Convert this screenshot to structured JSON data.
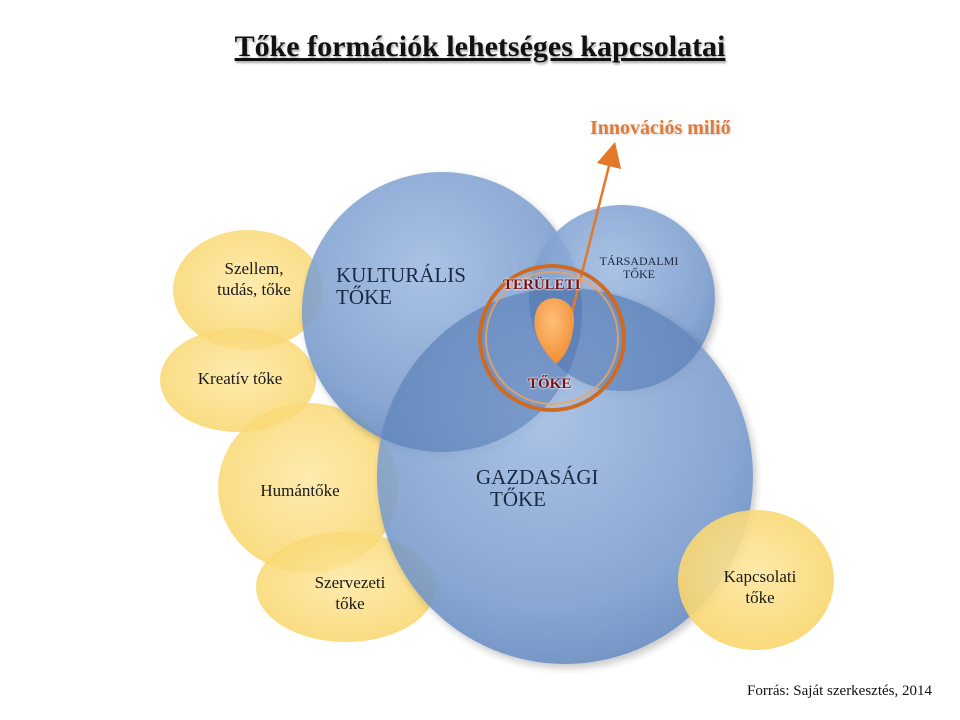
{
  "title": "Tőke formációk lehetséges kapcsolatai",
  "innovation_label": "Innovációs miliő",
  "circles": {
    "kulturalis": {
      "line1": "KULTURÁLIS",
      "line2": "TŐKE"
    },
    "tarsadalmi": {
      "line1": "TÁRSADALMI",
      "line2": "TŐKE"
    },
    "gazdasagi": {
      "line1": "GAZDASÁGI",
      "line2": "TŐKE"
    },
    "teruleti": {
      "top": "TERÜLETI",
      "bottom": "TŐKE"
    }
  },
  "satellites": {
    "szellem": {
      "line1": "Szellem,",
      "line2": "tudás, tőke"
    },
    "kreativ": "Kreatív tőke",
    "human": "Humántőke",
    "szervezeti": {
      "line1": "Szervezeti",
      "line2": "tőke"
    },
    "kapcsolati": {
      "line1": "Kapcsolati",
      "line2": "tőke"
    }
  },
  "source": "Forrás: Saját szerkesztés, 2014",
  "colors": {
    "blue": "#6f93c4",
    "blue_dark": "#4f74ad",
    "yellow": "#fbd968",
    "orange": "#e3782b",
    "orange_label": "#e07b39",
    "dark_red": "#7a0f12"
  }
}
